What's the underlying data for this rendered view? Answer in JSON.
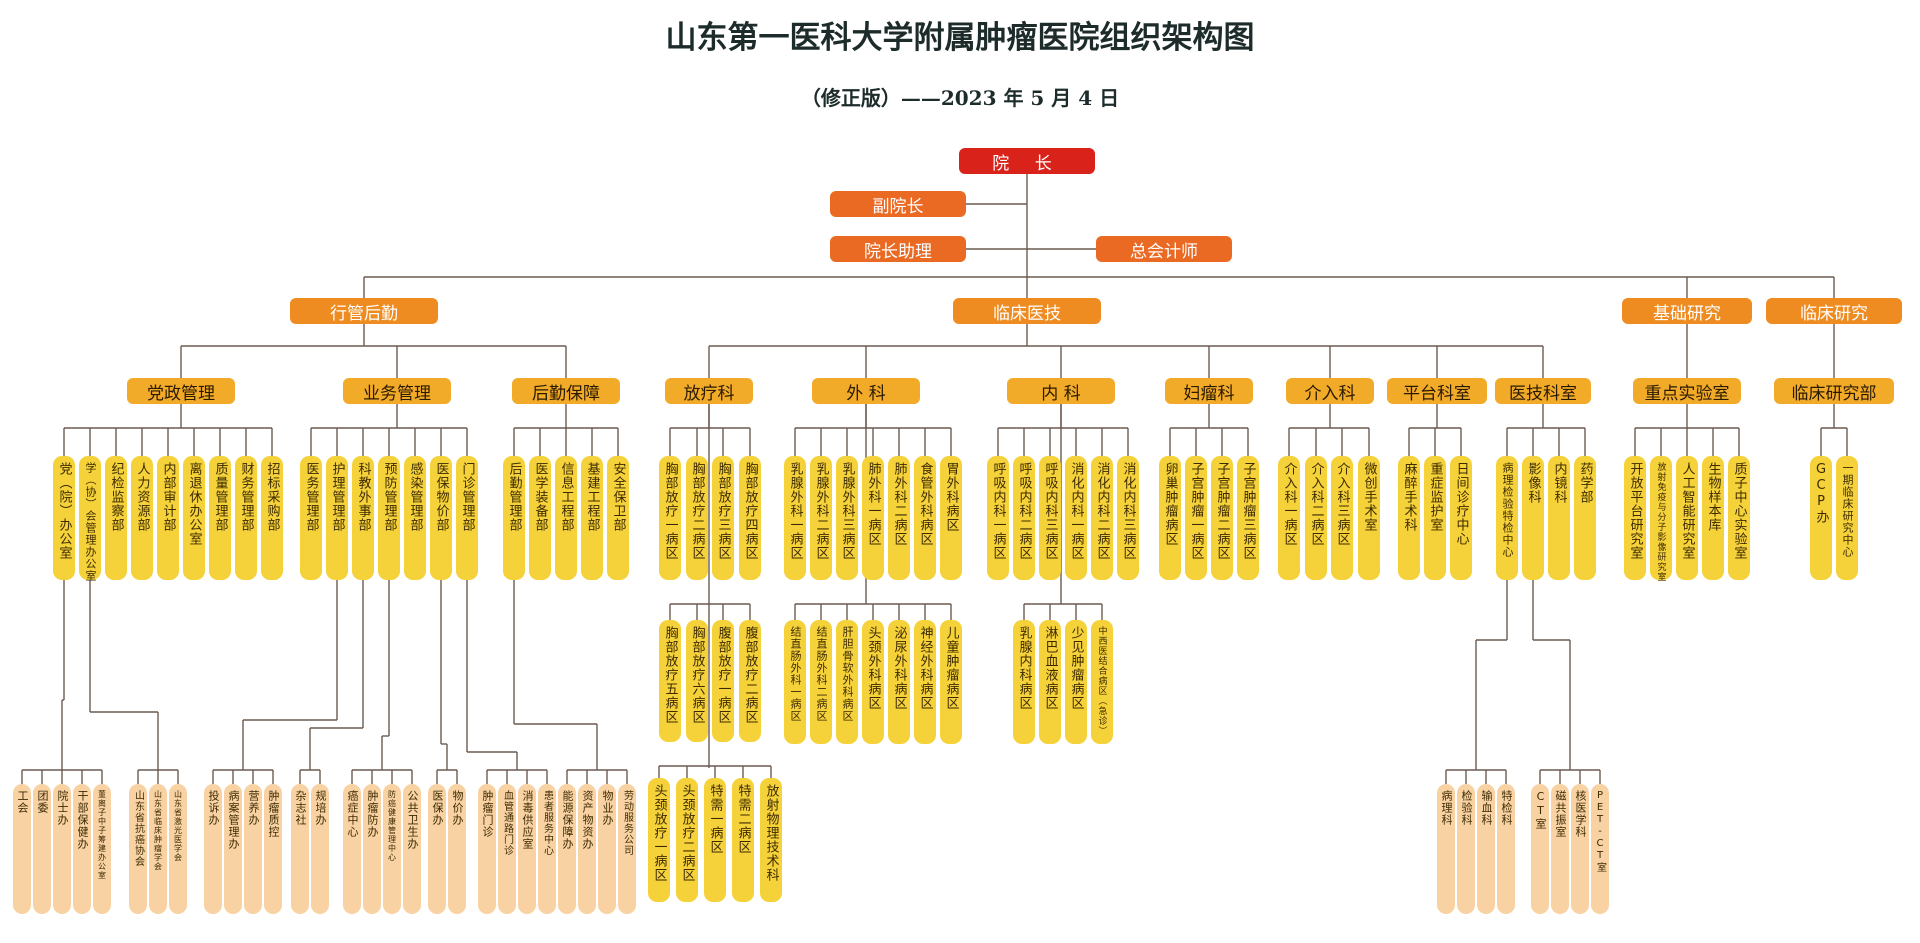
{
  "title": "山东第一医科大学附属肿瘤医院组织架构图",
  "subtitle": "（修正版）——2023 年 5 月 4 日",
  "top": {
    "president": "院 长",
    "vice": "副院长",
    "assistant": "院长助理",
    "accountant": "总会计师"
  },
  "sections": [
    "行管后勤",
    "临床医技",
    "基础研究",
    "临床研究"
  ],
  "groups": [
    "党政管理",
    "业务管理",
    "后勤保障",
    "放疗科",
    "外 科",
    "内 科",
    "妇瘤科",
    "介入科",
    "平台科室",
    "医技科室",
    "重点实验室",
    "临床研究部"
  ],
  "units": [
    [
      "党（院）办公室",
      "学（协）会管理办公室",
      "纪检监察部",
      "人力资源部",
      "内部审计部",
      "离退休办公室",
      "质量管理部",
      "财务管理部",
      "招标采购部"
    ],
    [
      "医务管理部",
      "护理管理部",
      "科教外事部",
      "预防管理部",
      "感染管理部",
      "医保物价部",
      "门诊管理部"
    ],
    [
      "后勤管理部",
      "医学装备部",
      "信息工程部",
      "基建工程部",
      "安全保卫部"
    ],
    [
      "胸部放疗一病区",
      "胸部放疗二病区",
      "胸部放疗三病区",
      "胸部放疗四病区"
    ],
    [
      "乳腺外科一病区",
      "乳腺外科二病区",
      "乳腺外科三病区",
      "肺外科一病区",
      "肺外科二病区",
      "食管外科病区",
      "胃外科病区"
    ],
    [
      "呼吸内科一病区",
      "呼吸内科二病区",
      "呼吸内科三病区",
      "消化内科一病区",
      "消化内科二病区",
      "消化内科三病区"
    ],
    [
      "卵巢肿瘤病区",
      "子宫肿瘤一病区",
      "子宫肿瘤二病区",
      "子宫肿瘤三病区"
    ],
    [
      "介入科一病区",
      "介入科二病区",
      "介入科三病区",
      "微创手术室"
    ],
    [
      "麻醉手术科",
      "重症监护室",
      "日间诊疗中心"
    ],
    [
      "病理检验特检中心",
      "影像科",
      "内镜科",
      "药学部"
    ],
    [
      "开放平台研究室",
      "放射免疫与分子影像研究室",
      "人工智能研究室",
      "生物样本库",
      "质子中心实验室"
    ],
    [
      "GCP办",
      "一期临床研究中心"
    ]
  ],
  "rad_row2": [
    "胸部放疗五病区",
    "胸部放疗六病区",
    "腹部放疗一病区",
    "腹部放疗二病区"
  ],
  "rad_row3": [
    "头颈放疗一病区",
    "头颈放疗二病区",
    "特需一病区",
    "特需二病区",
    "放射物理技术科"
  ],
  "surg_row2": [
    "结直肠外科一病区",
    "结直肠外科二病区",
    "肝胆骨软外科病区",
    "头颈外科病区",
    "泌尿外科病区",
    "神经外科病区",
    "儿童肿瘤病区"
  ],
  "med_row2": [
    "乳腺内科病区",
    "淋巴血液病区",
    "少见肿瘤病区",
    "中西医结合病区（急诊）"
  ],
  "sub_units": [
    [
      "工会",
      "团委",
      "院士办",
      "干部保健办",
      "董离子中子筹建办公室"
    ],
    [
      "山东省抗癌协会",
      "山东省临床肿瘤学会",
      "山东省激光医学会"
    ],
    [
      "投诉办",
      "病案管理办",
      "营养办",
      "肿瘤质控"
    ],
    [
      "杂志社",
      "规培办"
    ],
    [
      "癌症中心",
      "肿瘤防办",
      "防癌健康管理中心",
      "公共卫生办"
    ],
    [
      "医保办",
      "物价办"
    ],
    [
      "肿瘤门诊",
      "血管通路门诊",
      "消毒供应室",
      "患者服务中心"
    ],
    [
      "能源保障办",
      "资产物资办",
      "物业办",
      "劳动服务公司"
    ],
    [
      "病理科",
      "检验科",
      "输血科",
      "特检科"
    ],
    [
      "CT室",
      "磁共振室",
      "核医学科",
      "PET-CT室"
    ]
  ],
  "colors": {
    "president": "#d9231a",
    "level1": "#ea6a24",
    "level2": "#ee8c22",
    "level3": "#f2aa29",
    "leaf": "#f5d23a",
    "sub": "#f8d2a3",
    "line": "#6b5a50"
  }
}
